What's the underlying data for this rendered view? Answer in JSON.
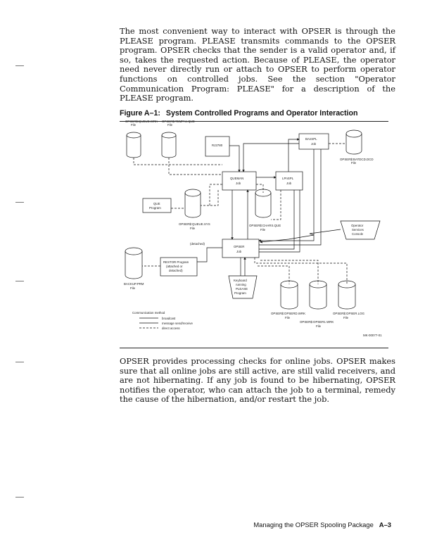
{
  "intro_paragraph": "The most convenient way to interact with OPSER is through the PLEASE program. PLEASE transmits commands to the OPSER program. OPSER checks that the sender is a valid operator and, if so, takes the requested action. Because of PLEASE, the operator need never directly run or attach to OPSER to perform operator functions on controlled jobs. See the section \"Operator Communication Program: PLEASE\" for a description of the PLEASE program.",
  "figure": {
    "number": "Figure A–1:",
    "title": "System Controlled Programs and Operator Interaction",
    "labels": {
      "queue_wrk": "OPSER$:QUEUE.WRK",
      "temp_que": "OPSER$:TEMPnn.QUE",
      "file": "File",
      "rj2780": "RJ2780",
      "batspl": "BAnSPL",
      "job": "Job",
      "batdcd": "OPSER$:BATDCD.DCD",
      "queman": "QUEMAN",
      "lpspl": "LPnSPL",
      "que": "QUE",
      "program": "Program",
      "queue_sys": "OPSER$:QUEUE.SYS",
      "chars_que": "OPSER$:CHARS.QUE",
      "operator_console": [
        "Operator",
        "Services",
        "Console"
      ],
      "detached": "(detached)",
      "opser": "OPSER",
      "restor": [
        "RESTOR Program",
        "(attached or",
        "detached)"
      ],
      "backup_prm": "BACKUP.PRM",
      "keyboard": [
        "Keyboard",
        "running",
        "PLEASE",
        "Program"
      ],
      "comm_method": "Communication method",
      "broadcast": "broadcast",
      "message_send": "message send/receive",
      "direct_access": "direct access",
      "opserd_wrk": "OPSER$:OPSERD.WRK",
      "opser1_wrk": "OPSER$:OPSER1.WRK",
      "opser_log": "OPSER$:OPSER.LOG",
      "figure_id": "MK-00077-01"
    }
  },
  "closing_paragraph": "OPSER provides processing checks for online jobs. OPSER makes sure that all online jobs are still active, are still valid receivers, and are not hibernating. If any job is found to be hibernating, OPSER notifies the operator, who can attach the job to a terminal, remedy the cause of the hibernation, and/or restart the job.",
  "footer": {
    "section_title": "Managing the OPSER Spooling Package",
    "page_number": "A–3"
  }
}
